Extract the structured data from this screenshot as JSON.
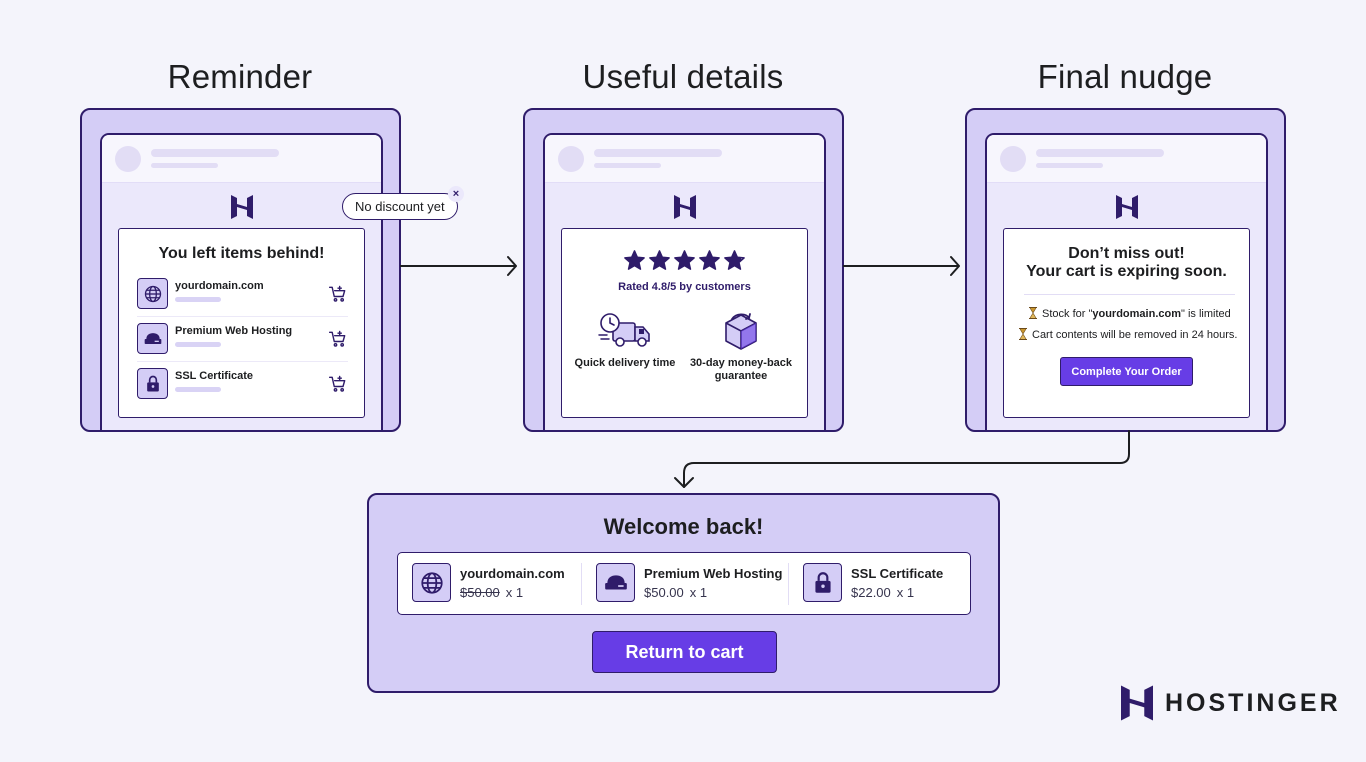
{
  "stages": [
    {
      "title": "Reminder"
    },
    {
      "title": "Useful details"
    },
    {
      "title": "Final nudge"
    }
  ],
  "reminder": {
    "tooltip": "No discount yet",
    "tooltip_close": "×",
    "card_title": "You left items behind!",
    "items": [
      {
        "name": "yourdomain.com",
        "icon": "globe-icon"
      },
      {
        "name": "Premium Web Hosting",
        "icon": "server-icon"
      },
      {
        "name": "SSL Certificate",
        "icon": "lock-icon"
      }
    ]
  },
  "details": {
    "rating": 4.8,
    "rating_text": "Rated 4.8/5 by customers",
    "features": [
      {
        "label": "Quick delivery time",
        "icon": "delivery-truck-icon"
      },
      {
        "label": "30-day money-back guarantee",
        "icon": "return-box-icon"
      }
    ]
  },
  "nudge": {
    "title_line1": "Don’t miss out!",
    "title_line2": "Your cart is expiring soon.",
    "stock_prefix": "Stock for \"",
    "stock_domain": "yourdomain.com",
    "stock_suffix": "\" is limited",
    "removal_text": "Cart contents will be removed in 24 hours.",
    "cta": "Complete Your Order"
  },
  "welcome": {
    "title": "Welcome back!",
    "items": [
      {
        "name": "yourdomain.com",
        "price": "$50.00",
        "strikethrough": true,
        "qty": "x 1",
        "icon": "globe-icon"
      },
      {
        "name": "Premium Web Hosting",
        "price": "$50.00",
        "strikethrough": false,
        "qty": "x 1",
        "icon": "server-icon"
      },
      {
        "name": "SSL Certificate",
        "price": "$22.00",
        "strikethrough": false,
        "qty": "x 1",
        "icon": "lock-icon"
      }
    ],
    "cta": "Return to cart"
  },
  "brand": {
    "name": "HOSTINGER",
    "icon": "hostinger-logo-icon"
  },
  "colors": {
    "background": "#f4f4fb",
    "frame": "#d4cdf6",
    "outline": "#2f1c6a",
    "accent": "#673de6",
    "hourglass": "#b8862b"
  }
}
